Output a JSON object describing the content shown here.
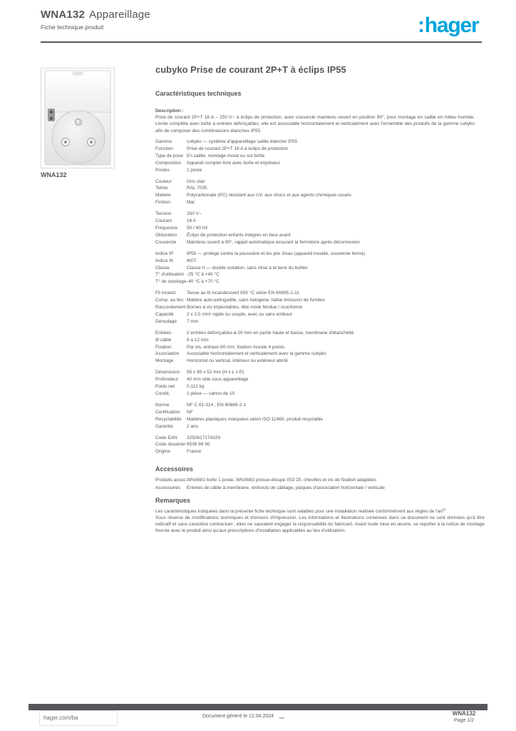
{
  "colors": {
    "ink": "#54565A",
    "accent": "#00A4DC"
  },
  "header": {
    "ref": "WNA132",
    "category": "Appareillage",
    "subtitle": "Fiche technique produit",
    "logo_prefix": ":",
    "logo_text": "hager"
  },
  "figure": {
    "caption": "WNA132"
  },
  "main": {
    "title": "cubyko Prise de courant 2P+T à éclips IP55",
    "section1_heading": "Caractéristiques techniques",
    "description_label": "Description :",
    "description": "Prise de courant 2P+T 16 A – 250 V~ à éclips de protection, avec couvercle maintenu ouvert en position 90°, pour montage en saillie en milieu humide. Livrée complète avec boîte à entrées défonçables, elle est associable horizontalement et verticalement avec l'ensemble des produits de la gamme cubyko afin de composer des combinaisons étanches IP55.",
    "specs": [
      {
        "label": "Gamme",
        "value": "cubyko — système d'appareillage saillie étanche IP55",
        "gap": false
      },
      {
        "label": "Fonction",
        "value": "Prise de courant 2P+T 16 A à éclips de protection",
        "gap": false
      },
      {
        "label": "Type de pose",
        "value": "En saillie, montage mural ou sur boîte",
        "gap": false
      },
      {
        "label": "Composition",
        "value": "Appareil complet livré avec boîte et enjoliveur",
        "gap": false
      },
      {
        "label": "Postes",
        "value": "1 poste",
        "gap": false
      },
      {
        "label": "Couleur",
        "value": "Gris clair",
        "gap": true
      },
      {
        "label": "Teinte",
        "value": "RAL 7035",
        "gap": false
      },
      {
        "label": "Matière",
        "value": "Polycarbonate (PC) résistant aux UV, aux chocs et aux agents chimiques usuels",
        "gap": false
      },
      {
        "label": "Finition",
        "value": "Mat",
        "gap": false
      },
      {
        "label": "Tension",
        "value": "250 V~",
        "gap": true
      },
      {
        "label": "Courant",
        "value": "16 A",
        "gap": false
      },
      {
        "label": "Fréquence",
        "value": "50 / 60 Hz",
        "gap": false
      },
      {
        "label": "Obturation",
        "value": "Éclips de protection enfants intégrés en face avant",
        "gap": false
      },
      {
        "label": "Couvercle",
        "value": "Maintenu ouvert à 90°, rappel automatique assurant la fermeture après déconnexion",
        "gap": false
      },
      {
        "label": "Indice IP",
        "value": "IP55 — protégé contre la poussière et les jets d'eau (appareil installé, couvercle fermé)",
        "gap": true
      },
      {
        "label": "Indice IK",
        "value": "IK07",
        "gap": false
      },
      {
        "label": "Classe",
        "value": "Classe II — double isolation, sans mise à la terre du boîtier",
        "gap": false
      },
      {
        "label": "T° d'utilisation",
        "value": "-25 °C à +40 °C",
        "gap": false
      },
      {
        "label": "T° de stockage",
        "value": "-40 °C à +70 °C",
        "gap": false
      },
      {
        "label": "Fil incand.",
        "value": "Tenue au fil incandescent 650 °C selon EN 60695-2-11",
        "gap": true
      },
      {
        "label": "Comp. au feu",
        "value": "Matière auto-extinguible, sans halogène, faible émission de fumées",
        "gap": false
      },
      {
        "label": "Raccordement",
        "value": "Bornes à vis imperdables, tête mixte fendue / cruciforme",
        "gap": false
      },
      {
        "label": "Capacité",
        "value": "2 x 2,5 mm² rigide ou souple, avec ou sans embout",
        "gap": false
      },
      {
        "label": "Dénudage",
        "value": "7 mm",
        "gap": false
      },
      {
        "label": "Entrées",
        "value": "2 entrées défonçables ø 20 mm en partie haute et basse, membrane d'étanchéité",
        "gap": true
      },
      {
        "label": "Ø câble",
        "value": "6 à 12 mm",
        "gap": false
      },
      {
        "label": "Fixation",
        "value": "Par vis, entraxe 60 mm, fixation murale 4 points",
        "gap": false
      },
      {
        "label": "Association",
        "value": "Associable horizontalement et verticalement avec la gamme cubyko",
        "gap": false
      },
      {
        "label": "Montage",
        "value": "Horizontal ou vertical, intérieur ou extérieur abrité",
        "gap": false
      },
      {
        "label": "Dimensions",
        "value": "95 x 80 x 52 mm (H x L x P)",
        "gap": true
      },
      {
        "label": "Profondeur",
        "value": "40 mm utile sous appareillage",
        "gap": false
      },
      {
        "label": "Poids net",
        "value": "0,112 kg",
        "gap": false
      },
      {
        "label": "Condit.",
        "value": "1 pièce — carton de 10",
        "gap": false
      },
      {
        "label": "Norme",
        "value": "NF C 61-314 ; EN 60669-2-1",
        "gap": true
      },
      {
        "label": "Certification",
        "value": "NF",
        "gap": false
      },
      {
        "label": "Recyclabilité",
        "value": "Matières plastiques marquées selon ISO 11469, produit recyclable",
        "gap": false
      },
      {
        "label": "Garantie",
        "value": "2 ans",
        "gap": false
      },
      {
        "label": "Code EAN",
        "value": "3250617174329",
        "gap": true
      },
      {
        "label": "Code douanier",
        "value": "8536 69 90",
        "gap": false
      },
      {
        "label": "Origine",
        "value": "France",
        "gap": false
      }
    ],
    "section2_heading": "Accessoires",
    "assoc": [
      {
        "label": "Produits assoc.",
        "value": "WNA681 boîte 1 poste, WNA683 presse-étoupe ISO 20, chevilles et vis de fixation adaptées",
        "gap": false
      },
      {
        "label": "Accessoires",
        "value": "Entrées de câble à membrane, embouts de câblage, plaques d'association horizontale / verticale",
        "gap": false
      }
    ],
    "section3_heading": "Remarques",
    "note_line1": "Les caractéristiques indiquées dans la présente fiche technique sont valables pour une installation réalisée conformément aux règles de l'art",
    "note_sup": "1)",
    "note_rest": "Sous réserve de modifications techniques et d'erreurs d'impression. Les informations et illustrations contenues dans ce document ne sont données qu'à titre indicatif et sans caractère contractuel ; elles ne sauraient engager la responsabilité du fabricant. Avant toute mise en œuvre, se reporter à la notice de montage fournie avec le produit ainsi qu'aux prescriptions d'installation applicables au lieu d'utilisation."
  },
  "footer": {
    "site": "hager.com/ba",
    "center_text": "Document généré le 12.04.2024",
    "dash": "—",
    "right_line1": "WNA132",
    "right_line2": "Page 1/2"
  }
}
